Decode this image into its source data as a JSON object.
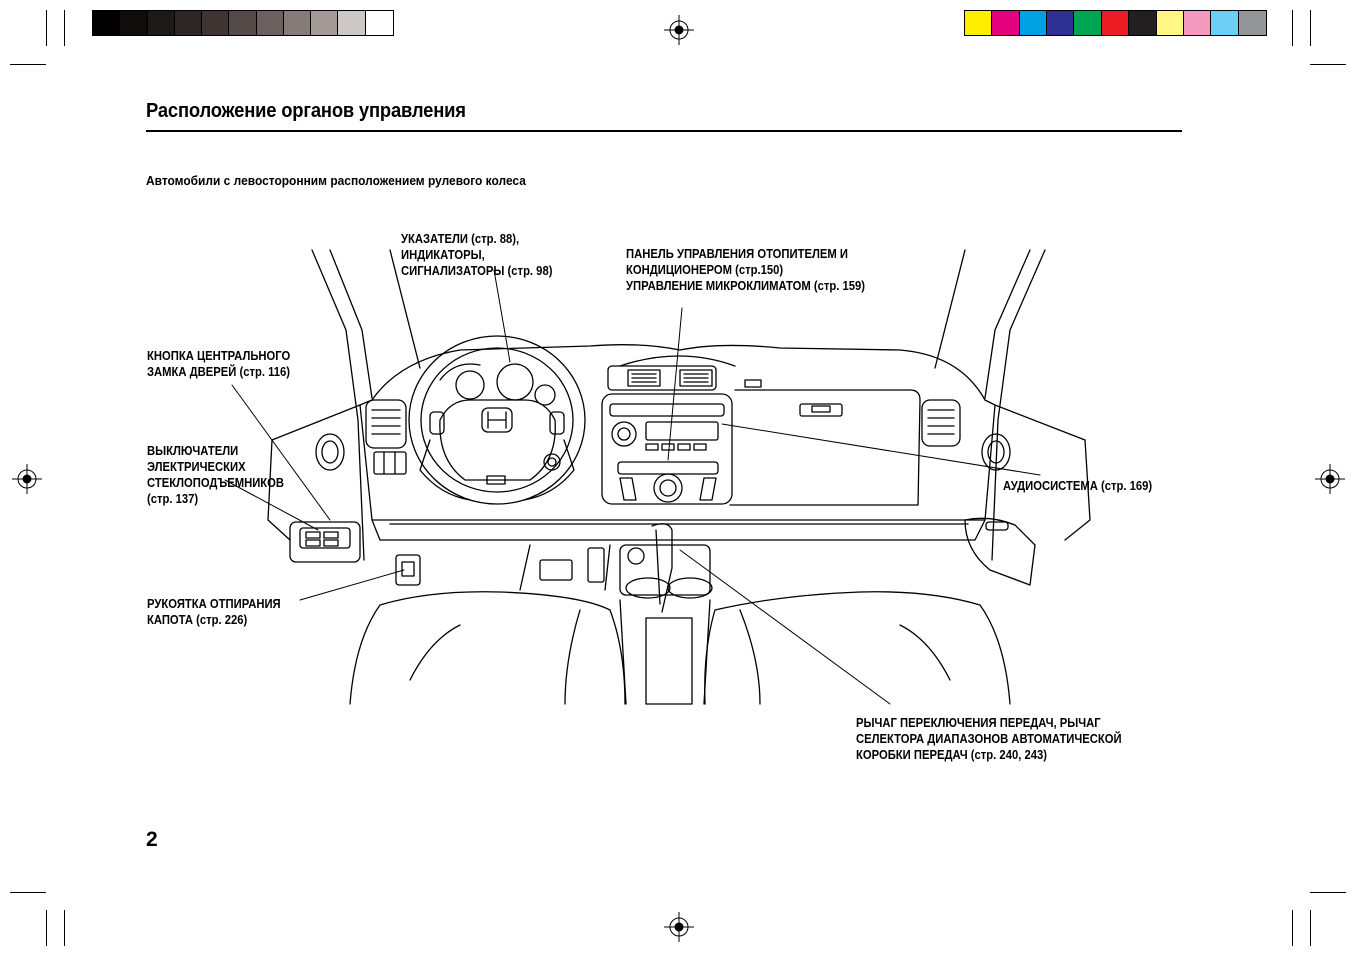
{
  "page": {
    "title": "Расположение органов управления",
    "subtitle": "Автомобили с левосторонним расположением рулевого колеса",
    "page_number": "2"
  },
  "gray_scale": [
    "#000000",
    "#100c0b",
    "#1e1816",
    "#2d2523",
    "#3e3532",
    "#544a47",
    "#6b605d",
    "#857b78",
    "#a49a97",
    "#cdc8c6",
    "#ffffff"
  ],
  "color_bar": [
    "#ffee00",
    "#e5007e",
    "#00a0e3",
    "#2e3192",
    "#00a551",
    "#ed1c24",
    "#231f20",
    "#fff685",
    "#f49ac1",
    "#6dcff6",
    "#939598"
  ],
  "labels": {
    "gauges": [
      "УКАЗАТЕЛИ (стр. 88),",
      "ИНДИКАТОРЫ,",
      "СИГНАЛИЗАТОРЫ (стр. 98)"
    ],
    "climate": [
      "ПАНЕЛЬ УПРАВЛЕНИЯ ОТОПИТЕЛЕМ И",
      "КОНДИЦИОНЕРОМ (стр.150)",
      "УПРАВЛЕНИЕ МИКРОКЛИМАТОМ (стр. 159)"
    ],
    "door_lock": [
      "КНОПКА ЦЕНТРАЛЬНОГО",
      "ЗАМКА ДВЕРЕЙ (стр. 116)"
    ],
    "windows": [
      "ВЫКЛЮЧАТЕЛИ",
      "ЭЛЕКТРИЧЕСКИХ",
      "СТЕКЛОПОДЪЕМНИКОВ",
      "(стр. 137)"
    ],
    "audio": [
      "АУДИОСИСТЕМА (стр. 169)"
    ],
    "hood": [
      "РУКОЯТКА ОТПИРАНИЯ",
      "КАПОТА (стр. 226)"
    ],
    "shift": [
      "РЫЧАГ ПЕРЕКЛЮЧЕНИЯ ПЕРЕДАЧ, РЫЧАГ",
      "СЕЛЕКТОРА ДИАПАЗОНОВ АВТОМАТИЧЕСКОЙ",
      "КОРОБКИ ПЕРЕДАЧ (стр. 240, 243)"
    ]
  }
}
